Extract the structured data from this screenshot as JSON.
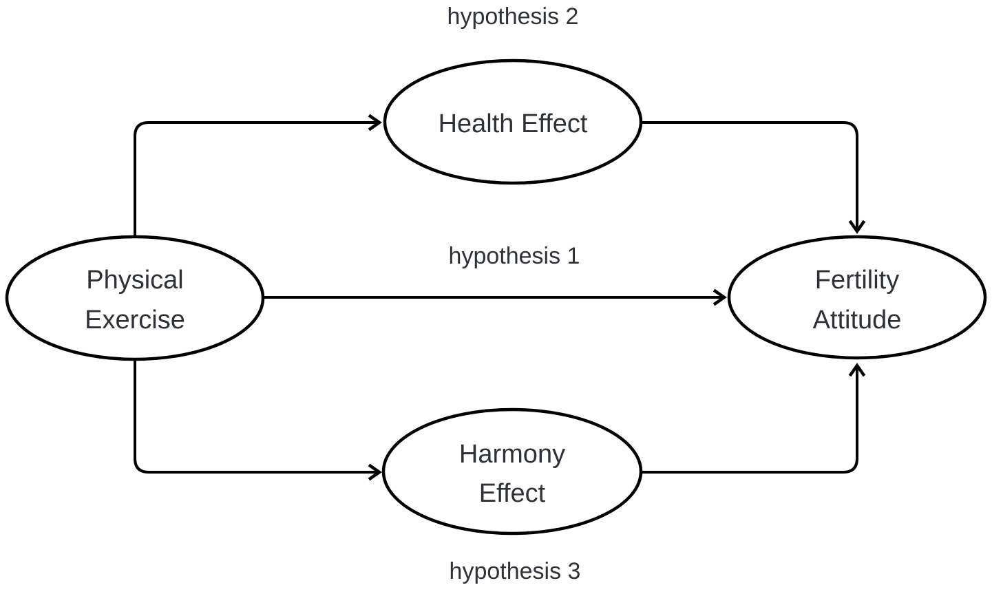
{
  "diagram": {
    "type": "hypothesis-path-model",
    "nodes": {
      "physical_exercise": {
        "line1": "Physical",
        "line2": "Exercise"
      },
      "health_effect": {
        "line1": "Health Effect"
      },
      "fertility_attitude": {
        "line1": "Fertility",
        "line2": "Attitude"
      },
      "harmony_effect": {
        "line1": "Harmony",
        "line2": "Effect"
      }
    },
    "edge_labels": {
      "hypothesis1": "hypothesis 1",
      "hypothesis2": "hypothesis 2",
      "hypothesis3": "hypothesis 3"
    },
    "edges": [
      {
        "from": "physical_exercise",
        "to": "health_effect"
      },
      {
        "from": "health_effect",
        "to": "fertility_attitude"
      },
      {
        "from": "physical_exercise",
        "to": "fertility_attitude"
      },
      {
        "from": "physical_exercise",
        "to": "harmony_effect"
      },
      {
        "from": "harmony_effect",
        "to": "fertility_attitude"
      }
    ],
    "colors": {
      "stroke": "#000000",
      "text": "#2e3237",
      "background": "#ffffff"
    }
  }
}
